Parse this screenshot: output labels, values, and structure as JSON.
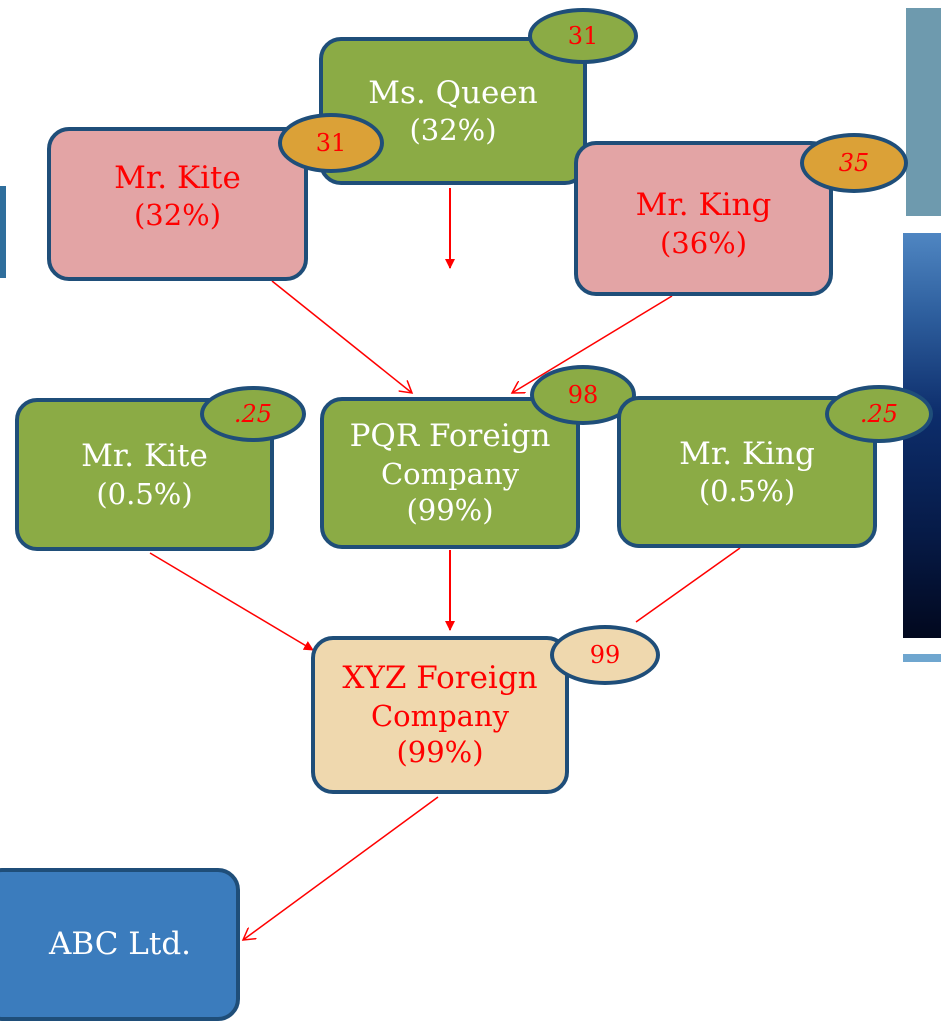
{
  "nodes": {
    "ms_queen": {
      "name": "Ms. Queen",
      "pct": "(32%)"
    },
    "mr_kite_top": {
      "name": "Mr. Kite",
      "pct": "(32%)"
    },
    "mr_king_top": {
      "name": "Mr. King",
      "pct": "(36%)"
    },
    "mr_kite_mid": {
      "name": "Mr. Kite",
      "pct": "(0.5%)"
    },
    "pqr": {
      "line1": "PQR Foreign",
      "line2": "Company",
      "pct": "(99%)"
    },
    "mr_king_mid": {
      "name": "Mr. King",
      "pct": "(0.5%)"
    },
    "xyz": {
      "line1": "XYZ Foreign",
      "line2": "Company",
      "pct": "(99%)"
    },
    "abc": {
      "name": "ABC Ltd."
    }
  },
  "badges": {
    "ms_queen": "31",
    "mr_kite_top": "31",
    "mr_king_top": "35",
    "mr_kite_mid": ".25",
    "pqr": "98",
    "mr_king_mid": ".25",
    "xyz": "99"
  },
  "colors": {
    "green": "#8bab45",
    "pink": "#e3a4a5",
    "tan": "#efd8ae",
    "blue": "#3b7cbd",
    "orange_badge": "#dba137",
    "arrow": "#ff0000",
    "border": "#1f4e79"
  }
}
